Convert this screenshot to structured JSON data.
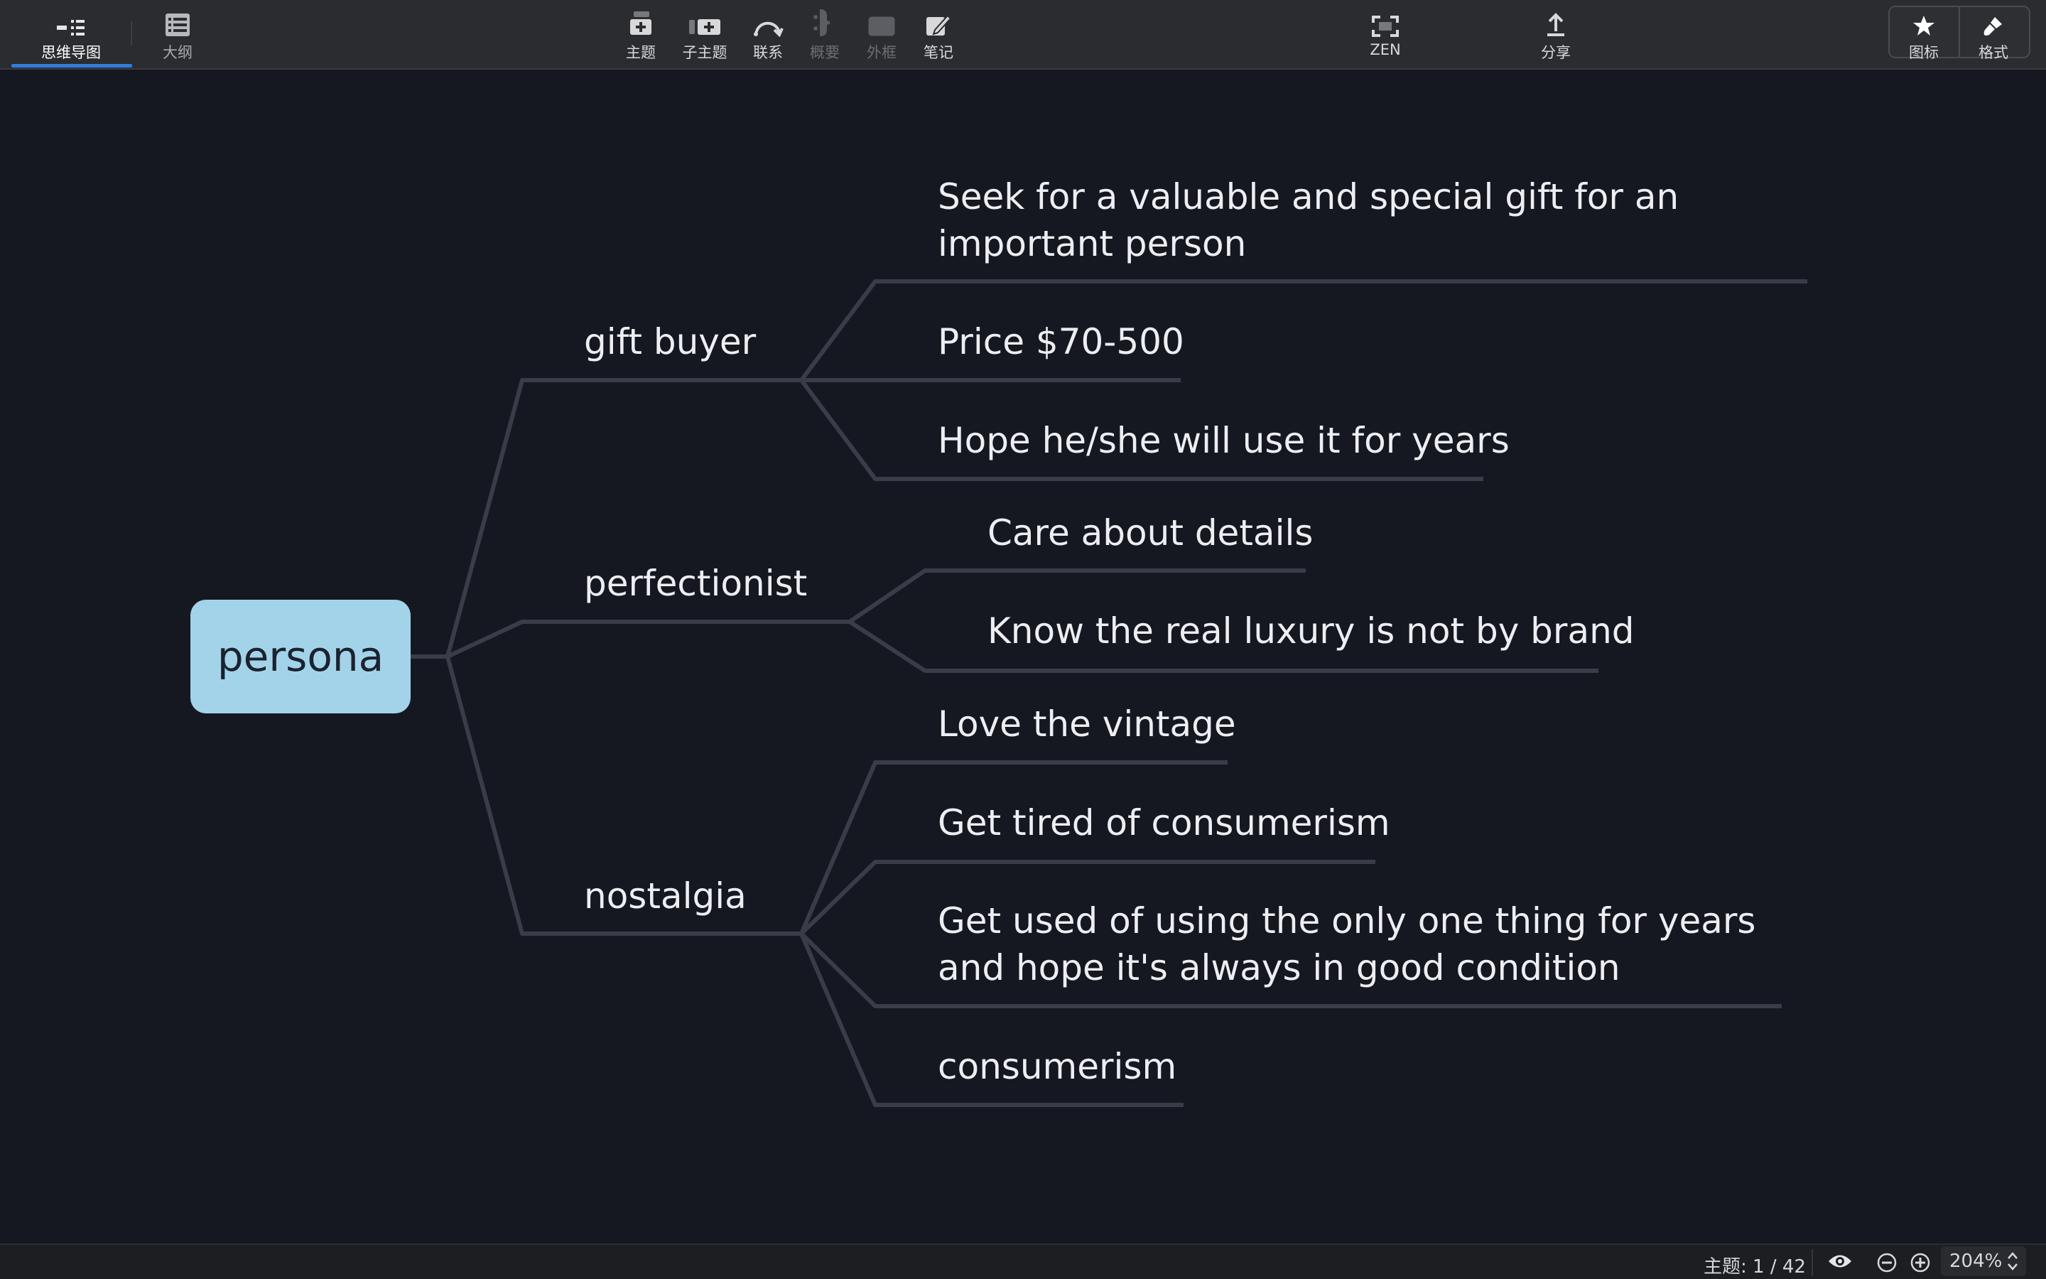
{
  "toolbar": {
    "views": [
      {
        "label": "思维导图",
        "icon": "mindmap-icon",
        "active": true
      },
      {
        "label": "大纲",
        "icon": "outline-icon",
        "active": false
      }
    ],
    "insert": [
      {
        "label": "主题",
        "icon": "topic-icon",
        "enabled": true
      },
      {
        "label": "子主题",
        "icon": "subtopic-icon",
        "enabled": true
      },
      {
        "label": "联系",
        "icon": "relationship-icon",
        "enabled": true
      },
      {
        "label": "概要",
        "icon": "summary-icon",
        "enabled": false
      },
      {
        "label": "外框",
        "icon": "boundary-icon",
        "enabled": false
      },
      {
        "label": "笔记",
        "icon": "note-icon",
        "enabled": true
      }
    ],
    "zen": {
      "label": "ZEN",
      "icon": "zen-fullscreen-icon"
    },
    "share": {
      "label": "分享",
      "icon": "share-upload-icon"
    },
    "panels": [
      {
        "label": "图标",
        "icon": "star-icon"
      },
      {
        "label": "格式",
        "icon": "brush-icon"
      }
    ],
    "accent_color": "#2f7ddb"
  },
  "mindmap": {
    "root": {
      "text": "persona",
      "color": "#a3d3e8"
    },
    "branches": [
      {
        "text": "gift buyer",
        "children": [
          "Seek for a valuable and special gift for an important person",
          "Price $70-500",
          "Hope he/she will use it for years"
        ]
      },
      {
        "text": "perfectionist",
        "children": [
          "Care about details",
          "Know the real luxury is not by brand"
        ]
      },
      {
        "text": "nostalgia",
        "children": [
          "Love the vintage",
          "Get tired of consumerism",
          "Get used of using the only one thing for years and hope it's always in good condition",
          "consumerism"
        ]
      }
    ],
    "line_color": "#3a3d47",
    "background": "#161821"
  },
  "statusbar": {
    "topic_count": "主题: 1 / 42",
    "zoom": "204%"
  }
}
